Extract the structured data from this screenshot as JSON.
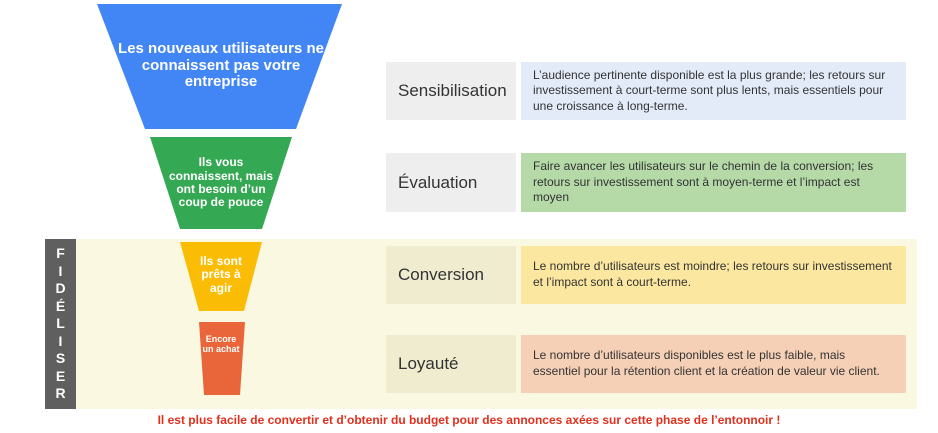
{
  "funnel": [
    {
      "id": "stage1",
      "text": "Les nouveaux utilisateurs ne connaissent pas votre entreprise",
      "color": "#4285f4"
    },
    {
      "id": "stage2",
      "text": "Ils vous connaissent, mais ont besoin d’un coup de pouce",
      "color": "#34a853"
    },
    {
      "id": "stage3",
      "text": "Ils sont prêts à agir",
      "color": "#fbbc05"
    },
    {
      "id": "stage4",
      "text": "Encore un achat",
      "color": "#e8663a"
    }
  ],
  "fideliser_letters": [
    "F",
    "I",
    "D",
    "É",
    "L",
    "I",
    "S",
    "E",
    "R"
  ],
  "stages": [
    {
      "label": "Sensibilisation",
      "label_bg": "#eeeeee",
      "desc_bg": "#e3ebf8",
      "desc": "L’audience pertinente disponible est la plus grande; les retours sur investissement à court-terme sont plus lents, mais essentiels pour une croissance à long-terme."
    },
    {
      "label": "Évaluation",
      "label_bg": "#eeeeee",
      "desc_bg": "#b6d9a8",
      "desc": "Faire avancer les utilisateurs sur le chemin de la conversion; les retours sur investissement sont à moyen-terme et l’impact est moyen"
    },
    {
      "label": "Conversion",
      "label_bg": "#efecd0",
      "desc_bg": "#fbe7a0",
      "desc": "Le nombre d’utilisateurs est moindre; les retours sur investissement et l’impact sont à court-terme."
    },
    {
      "label": "Loyauté",
      "label_bg": "#efecd0",
      "desc_bg": "#f5d0b6",
      "desc": "Le nombre d’utilisateurs disponibles est le plus faible, mais essentiel pour la rétention client et la création de valeur vie client."
    }
  ],
  "footer": "Il est plus facile de convertir et d’obtenir du budget pour des annonces axées sur cette phase de l’entonnoir !",
  "footer_color": "#e0301e"
}
